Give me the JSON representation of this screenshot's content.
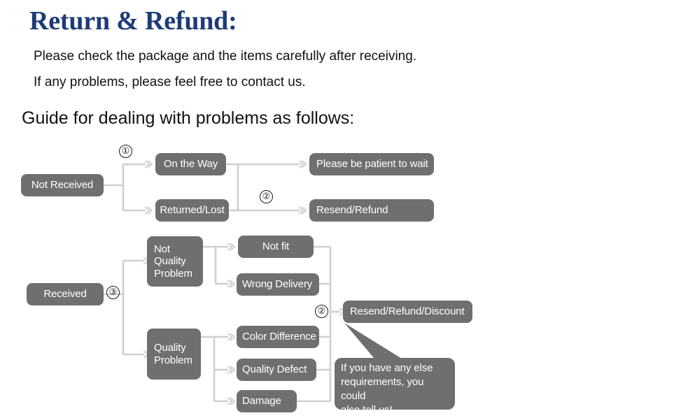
{
  "header": {
    "title": "Return & Refund:",
    "line1": "Please check the package and the items carefully after receiving.",
    "line2": "If any problems, please feel free to contact us.",
    "guide": "Guide for dealing with problems as follows:"
  },
  "colors": {
    "title": "#1e3b78",
    "node_fill": "#6f6f6f",
    "node_text": "#ffffff",
    "connector": "#cfcfcf",
    "body_text": "#111111",
    "background": "#ffffff"
  },
  "flow": {
    "markers": [
      {
        "id": "marker-1",
        "label": "①"
      },
      {
        "id": "marker-2-top",
        "label": "②"
      },
      {
        "id": "marker-3",
        "label": "③"
      },
      {
        "id": "marker-2-bottom",
        "label": "②"
      }
    ],
    "nodes": [
      {
        "id": "not-received",
        "label": "Not Received"
      },
      {
        "id": "on-the-way",
        "label": "On the Way"
      },
      {
        "id": "returned-lost",
        "label": "Returned/Lost"
      },
      {
        "id": "be-patient",
        "label": "Please be patient to wait"
      },
      {
        "id": "resend-refund",
        "label": "Resend/Refund"
      },
      {
        "id": "received",
        "label": "Received"
      },
      {
        "id": "not-quality-problem",
        "label": "Not\nQuality\nProblem"
      },
      {
        "id": "quality-problem",
        "label": "Quality\nProblem"
      },
      {
        "id": "not-fit",
        "label": "Not fit"
      },
      {
        "id": "wrong-delivery",
        "label": "Wrong Delivery"
      },
      {
        "id": "color-difference",
        "label": "Color Difference"
      },
      {
        "id": "quality-defect",
        "label": "Quality Defect"
      },
      {
        "id": "damage",
        "label": "Damage"
      },
      {
        "id": "resend-refund-discount",
        "label": "Resend/Refund/Discount"
      }
    ],
    "callout": {
      "id": "callout-bubble",
      "text": "If you have any else\nrequirements, you could\nalso tell us!"
    }
  }
}
